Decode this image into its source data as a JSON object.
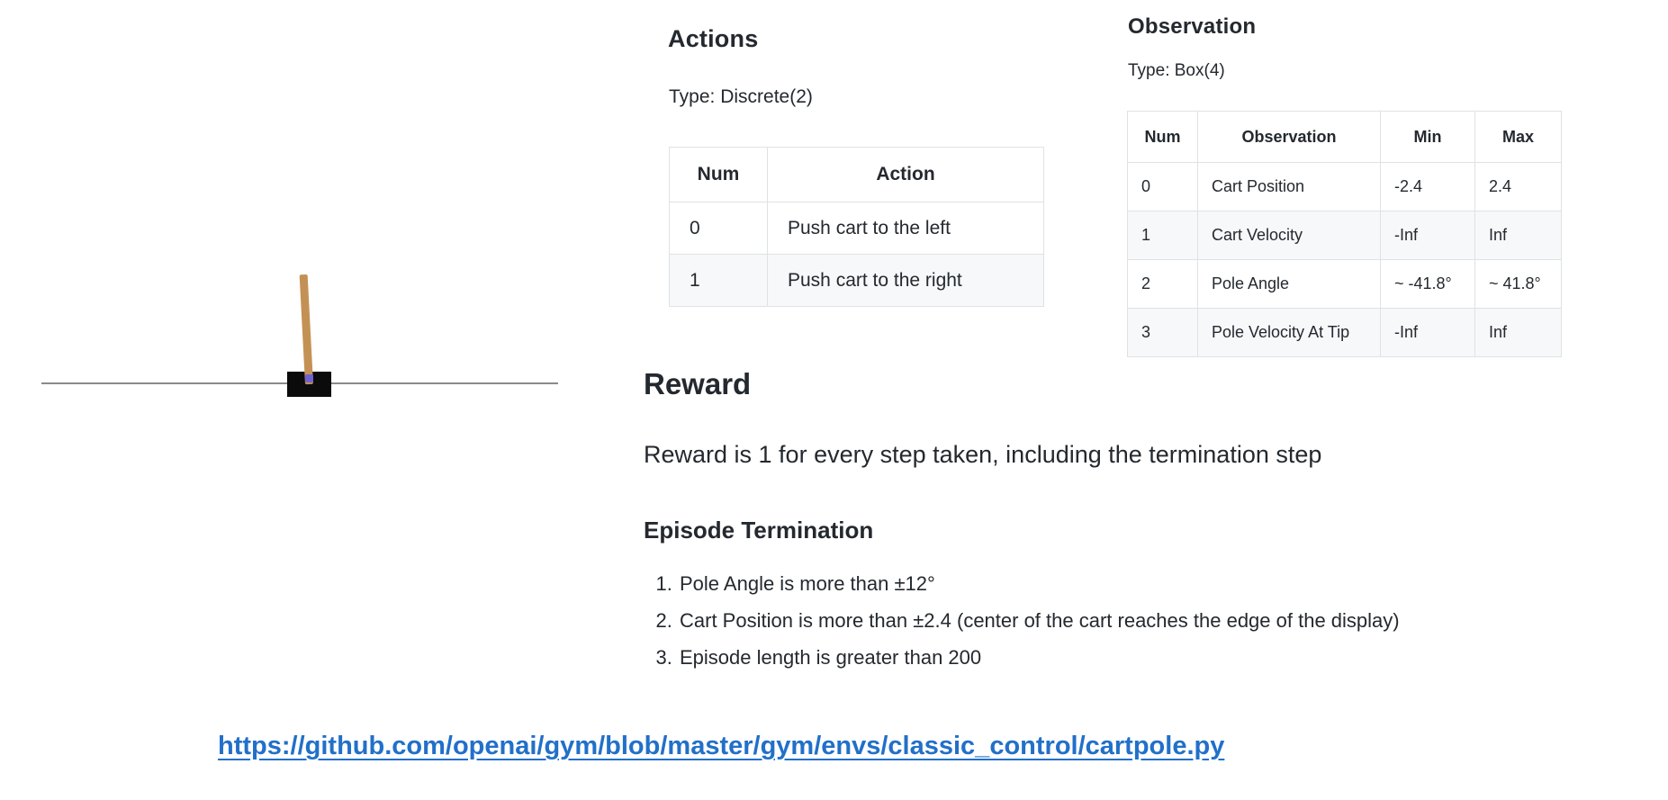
{
  "actions": {
    "title": "Actions",
    "type_label": "Type: Discrete(2)",
    "table": {
      "headers": [
        "Num",
        "Action"
      ],
      "rows": [
        [
          "0",
          "Push cart to the left"
        ],
        [
          "1",
          "Push cart to the right"
        ]
      ]
    }
  },
  "observation": {
    "title": "Observation",
    "type_label": "Type: Box(4)",
    "table": {
      "headers": [
        "Num",
        "Observation",
        "Min",
        "Max"
      ],
      "rows": [
        [
          "0",
          "Cart Position",
          "-2.4",
          "2.4"
        ],
        [
          "1",
          "Cart Velocity",
          "-Inf",
          "Inf"
        ],
        [
          "2",
          "Pole Angle",
          "~ -41.8°",
          "~ 41.8°"
        ],
        [
          "3",
          "Pole Velocity At Tip",
          "-Inf",
          "Inf"
        ]
      ]
    }
  },
  "reward": {
    "title": "Reward",
    "description": "Reward is 1 for every step taken, including the termination step"
  },
  "episode_termination": {
    "title": "Episode Termination",
    "items": [
      "Pole Angle is more than ±12°",
      "Cart Position is more than ±2.4 (center of the cart reaches the edge of the display)",
      "Episode length is greater than 200"
    ]
  },
  "source_link": {
    "text": "https://github.com/openai/gym/blob/master/gym/envs/classic_control/cartpole.py"
  },
  "colors": {
    "text": "#24292f",
    "link": "#2170c9",
    "pole": "#c49155",
    "axle": "#6e62d2",
    "cart": "#0b0b0b",
    "track": "#8a8a8a",
    "table-border": "#dfe2e5",
    "row-alt": "#f6f8fa"
  }
}
